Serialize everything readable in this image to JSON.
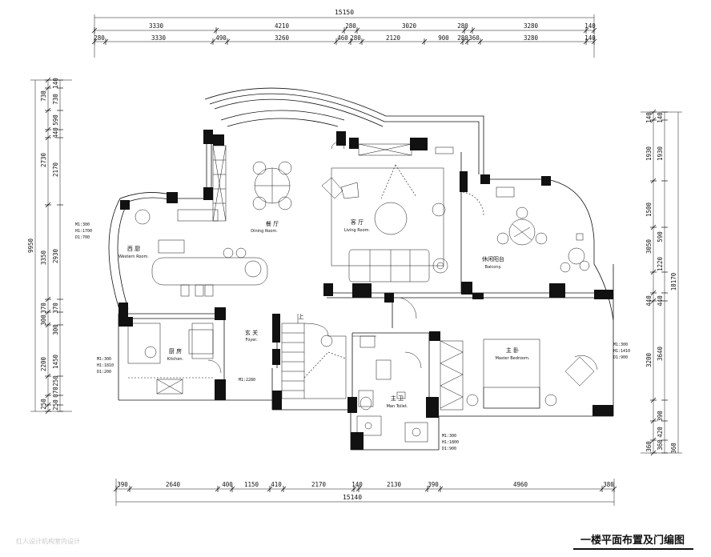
{
  "dimensions": {
    "top_total": "15150",
    "top_row1": [
      "3330",
      "4210",
      "280",
      "3020",
      "280",
      "3280",
      "140"
    ],
    "top_row2": [
      "280",
      "3330",
      "490",
      "3260",
      "460",
      "280",
      "2120",
      "900",
      "280",
      "360",
      "3280",
      "140"
    ],
    "bottom_row": [
      "390",
      "2640",
      "400",
      "1150",
      "410",
      "2170",
      "140",
      "2130",
      "390",
      "4960",
      "380"
    ],
    "bottom_total": "15140",
    "left_total": "9950",
    "left_outer": [
      "730",
      "2730",
      "3350",
      "370",
      "300",
      "2200",
      "250"
    ],
    "left_inner": [
      "140",
      "730",
      "590",
      "440",
      "2170",
      "2930",
      "370",
      "300",
      "1450",
      "250",
      "070",
      "250"
    ],
    "right_total": "10170",
    "right_outer": [
      "140",
      "1930",
      "1500",
      "3050",
      "440",
      "3200",
      "360"
    ],
    "right_inner": [
      "140",
      "1930",
      "590",
      "1220",
      "440",
      "3640",
      "390",
      "420",
      "360",
      "360"
    ]
  },
  "rooms": [
    {
      "cn": "餐 厅",
      "en": "Dining Room."
    },
    {
      "cn": "客 厅",
      "en": "Living Room."
    },
    {
      "cn": "西 厨",
      "en": "Western Room."
    },
    {
      "cn": "厨 房",
      "en": "Kitchen."
    },
    {
      "cn": "玄 关",
      "en": "Foyer."
    },
    {
      "cn": "主 卫",
      "en": "Man Toilet."
    },
    {
      "cn": "主 卧",
      "en": "Master Bedroom."
    },
    {
      "cn": "休闲阳台",
      "en": "Balcony."
    }
  ],
  "notes": {
    "western_door": [
      "M1:300",
      "H1:1700",
      "D1:700"
    ],
    "kitchen_door": [
      "M1:300",
      "H1:1810",
      "D1:200"
    ],
    "foyer_door": "M1:2280",
    "bedroom_door": [
      "M1:300",
      "H1:1410",
      "D1:900"
    ],
    "toilet_door": [
      "M1:300",
      "H1:1800",
      "D1:900"
    ],
    "stair_mark": "上"
  },
  "title": "一楼平面布置及门编图",
  "watermark": "红人设计机构室内设计"
}
